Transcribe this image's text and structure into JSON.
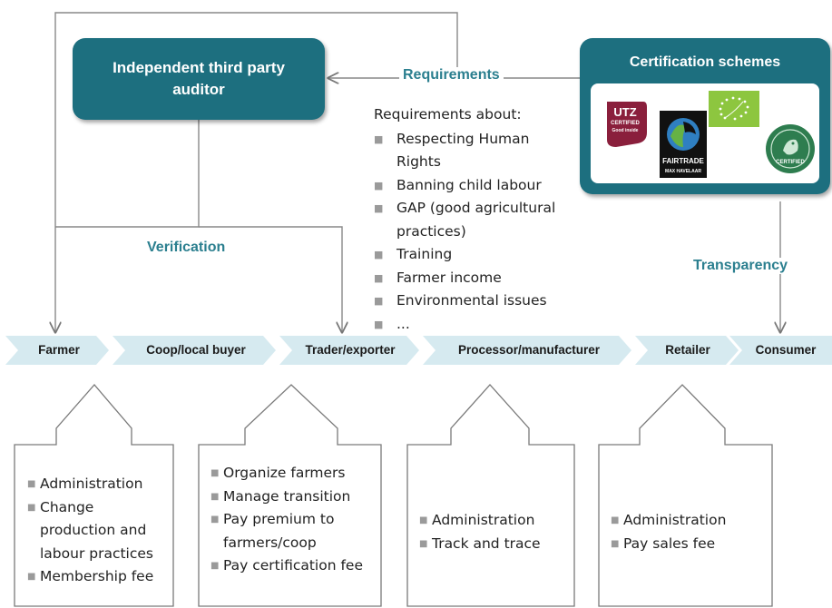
{
  "auditor": {
    "title": "Independent third party auditor"
  },
  "certification": {
    "title": "Certification schemes",
    "logos": [
      {
        "name": "utz",
        "text": "UTZ",
        "sub": "CERTIFIED",
        "tag": "Good inside"
      },
      {
        "name": "fairtrade",
        "text": "FAIRTRADE",
        "sub": "MAX HAVELAAR"
      },
      {
        "name": "eu-organic"
      },
      {
        "name": "rainforest-alliance",
        "text": "CERTIFIED"
      }
    ]
  },
  "labels": {
    "requirements": "Requirements",
    "verification": "Verification",
    "transparency": "Transparency"
  },
  "requirements": {
    "intro": "Requirements about:",
    "items": [
      "Respecting Human Rights",
      "Banning child labour",
      "GAP (good agricultural practices)",
      "Training",
      "Farmer income",
      "Environmental issues",
      "..."
    ]
  },
  "chain": [
    "Farmer",
    "Coop/local buyer",
    "Trader/exporter",
    "Processor/manufacturer",
    "Retailer",
    "Consumer"
  ],
  "boxes": [
    {
      "items": [
        "Administration",
        "Change production and labour practices",
        "Membership fee"
      ]
    },
    {
      "items": [
        "Organize farmers",
        "Manage transition",
        "Pay premium to farmers/coop",
        "Pay certification fee"
      ]
    },
    {
      "items": [
        "Administration",
        "Track and trace"
      ]
    },
    {
      "items": [
        "Administration",
        "Pay sales fee"
      ]
    }
  ],
  "colors": {
    "teal": "#1d6f7f",
    "label_teal": "#2b7f8f",
    "chevron": "#d6eaf0",
    "line": "#777777"
  }
}
